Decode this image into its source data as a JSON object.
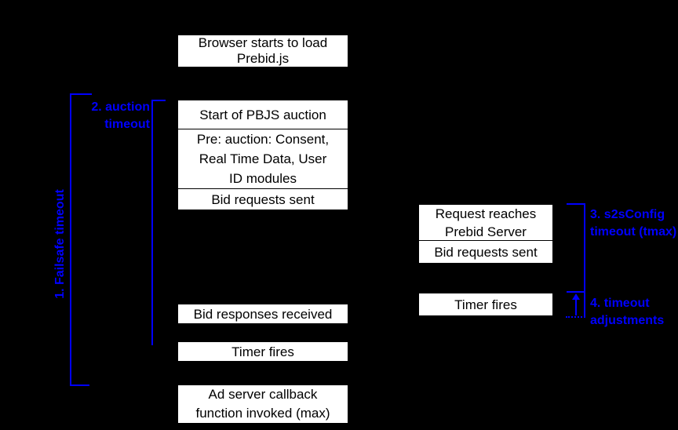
{
  "diagram": {
    "title": "Prebid.js timeout sequence diagram",
    "colors": {
      "background": "#000000",
      "accent_blue": "#0000ff",
      "box_background": "#ffffff",
      "box_text": "#000000"
    }
  },
  "left_column": {
    "browser_load": "Browser starts to load\nPrebid.js",
    "start_auction": "Start of PBJS auction",
    "pre_auction": "Pre: auction: Consent,\nReal Time Data, User\nID modules",
    "bid_requests": "Bid requests sent",
    "bid_responses": "Bid responses received",
    "timer_fires": "Timer fires",
    "ad_server": "Ad server callback\nfunction invoked (max)"
  },
  "right_column": {
    "request_reaches": "Request reaches\nPrebid Server",
    "bid_requests": "Bid requests sent",
    "timer_fires": "Timer fires"
  },
  "annotations": {
    "failsafe": "1. Failsafe timeout",
    "auction": "2. auction\ntimeout",
    "s2s": "3. s2sConfig\ntimeout (tmax)",
    "adjustments": "4. timeout\nadjustments"
  }
}
